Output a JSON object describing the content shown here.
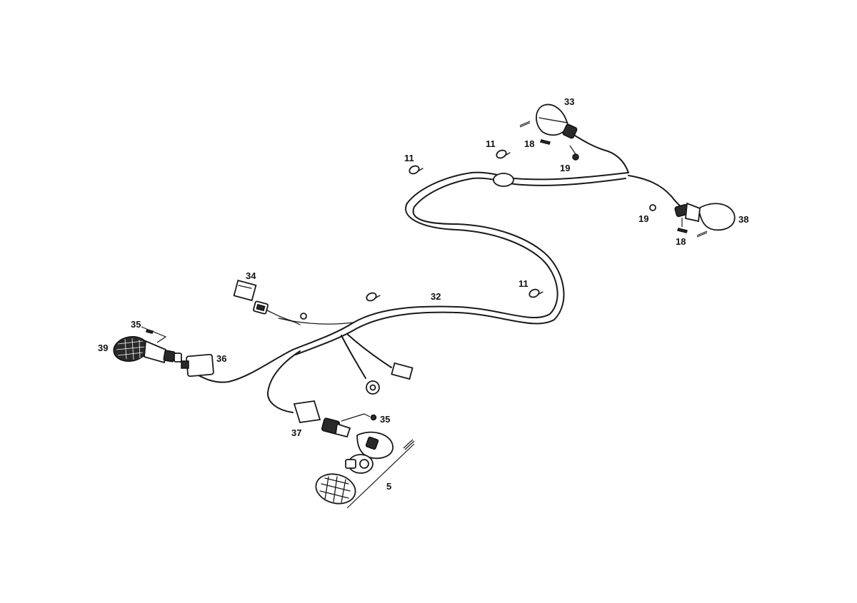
{
  "callouts": {
    "c11a": "11",
    "c11b": "11",
    "c11c": "11",
    "c32": "32",
    "c33": "33",
    "c18a": "18",
    "c19a": "19",
    "c19b": "19",
    "c38": "38",
    "c18b": "18",
    "c34": "34",
    "c35a": "35",
    "c39": "39",
    "c36": "36",
    "c37": "37",
    "c35b": "35",
    "c5": "5"
  },
  "colors": {
    "line": "#1a1a1a",
    "background": "#ffffff"
  }
}
